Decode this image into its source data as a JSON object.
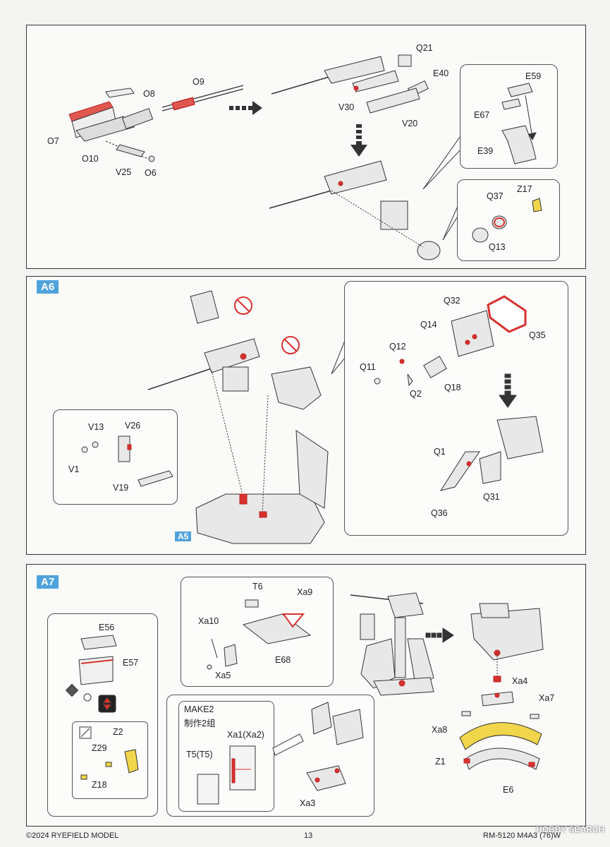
{
  "steps": {
    "a6": "A6",
    "a5": "A5",
    "a7": "A7"
  },
  "top_panel": {
    "labels": {
      "o8": "O8",
      "o9": "O9",
      "o7": "O7",
      "o10": "O10",
      "v25": "V25",
      "o6": "O6",
      "q21": "Q21",
      "e40": "E40",
      "v30": "V30",
      "v20": "V20",
      "e59": "E59",
      "e67": "E67",
      "e39": "E39",
      "z17": "Z17",
      "q37": "Q37",
      "q13": "Q13"
    }
  },
  "a6_panel": {
    "labels": {
      "q32": "Q32",
      "q14": "Q14",
      "q35": "Q35",
      "q12": "Q12",
      "q11": "Q11",
      "q2": "Q2",
      "q18": "Q18",
      "q1": "Q1",
      "q31": "Q31",
      "q36": "Q36",
      "v13": "V13",
      "v26": "V26",
      "v1": "V1",
      "v19": "V19"
    }
  },
  "a7_panel": {
    "labels": {
      "e56": "E56",
      "e57": "E57",
      "z2": "Z2",
      "z29": "Z29",
      "z18": "Z18",
      "t6": "T6",
      "xa9": "Xa9",
      "xa10": "Xa10",
      "e68": "E68",
      "xa5": "Xa5",
      "make2": "MAKE2",
      "make2_cn": "制作2组",
      "xa1": "Xa1(Xa2)",
      "t5": "T5(T5)",
      "xa3": "Xa3",
      "xa4": "Xa4",
      "xa7": "Xa7",
      "xa8": "Xa8",
      "z1": "Z1",
      "e6": "E6"
    }
  },
  "footer": {
    "copyright": "©2024 RYEFIELD MODEL",
    "page": "13",
    "code": "RM-5120 M4A3 (76)W",
    "watermark": "HOBBY SEARCH"
  },
  "colors": {
    "accent": "#4fa3dc",
    "highlight_red": "#d8322f",
    "highlight_yellow": "#f1d54a"
  }
}
